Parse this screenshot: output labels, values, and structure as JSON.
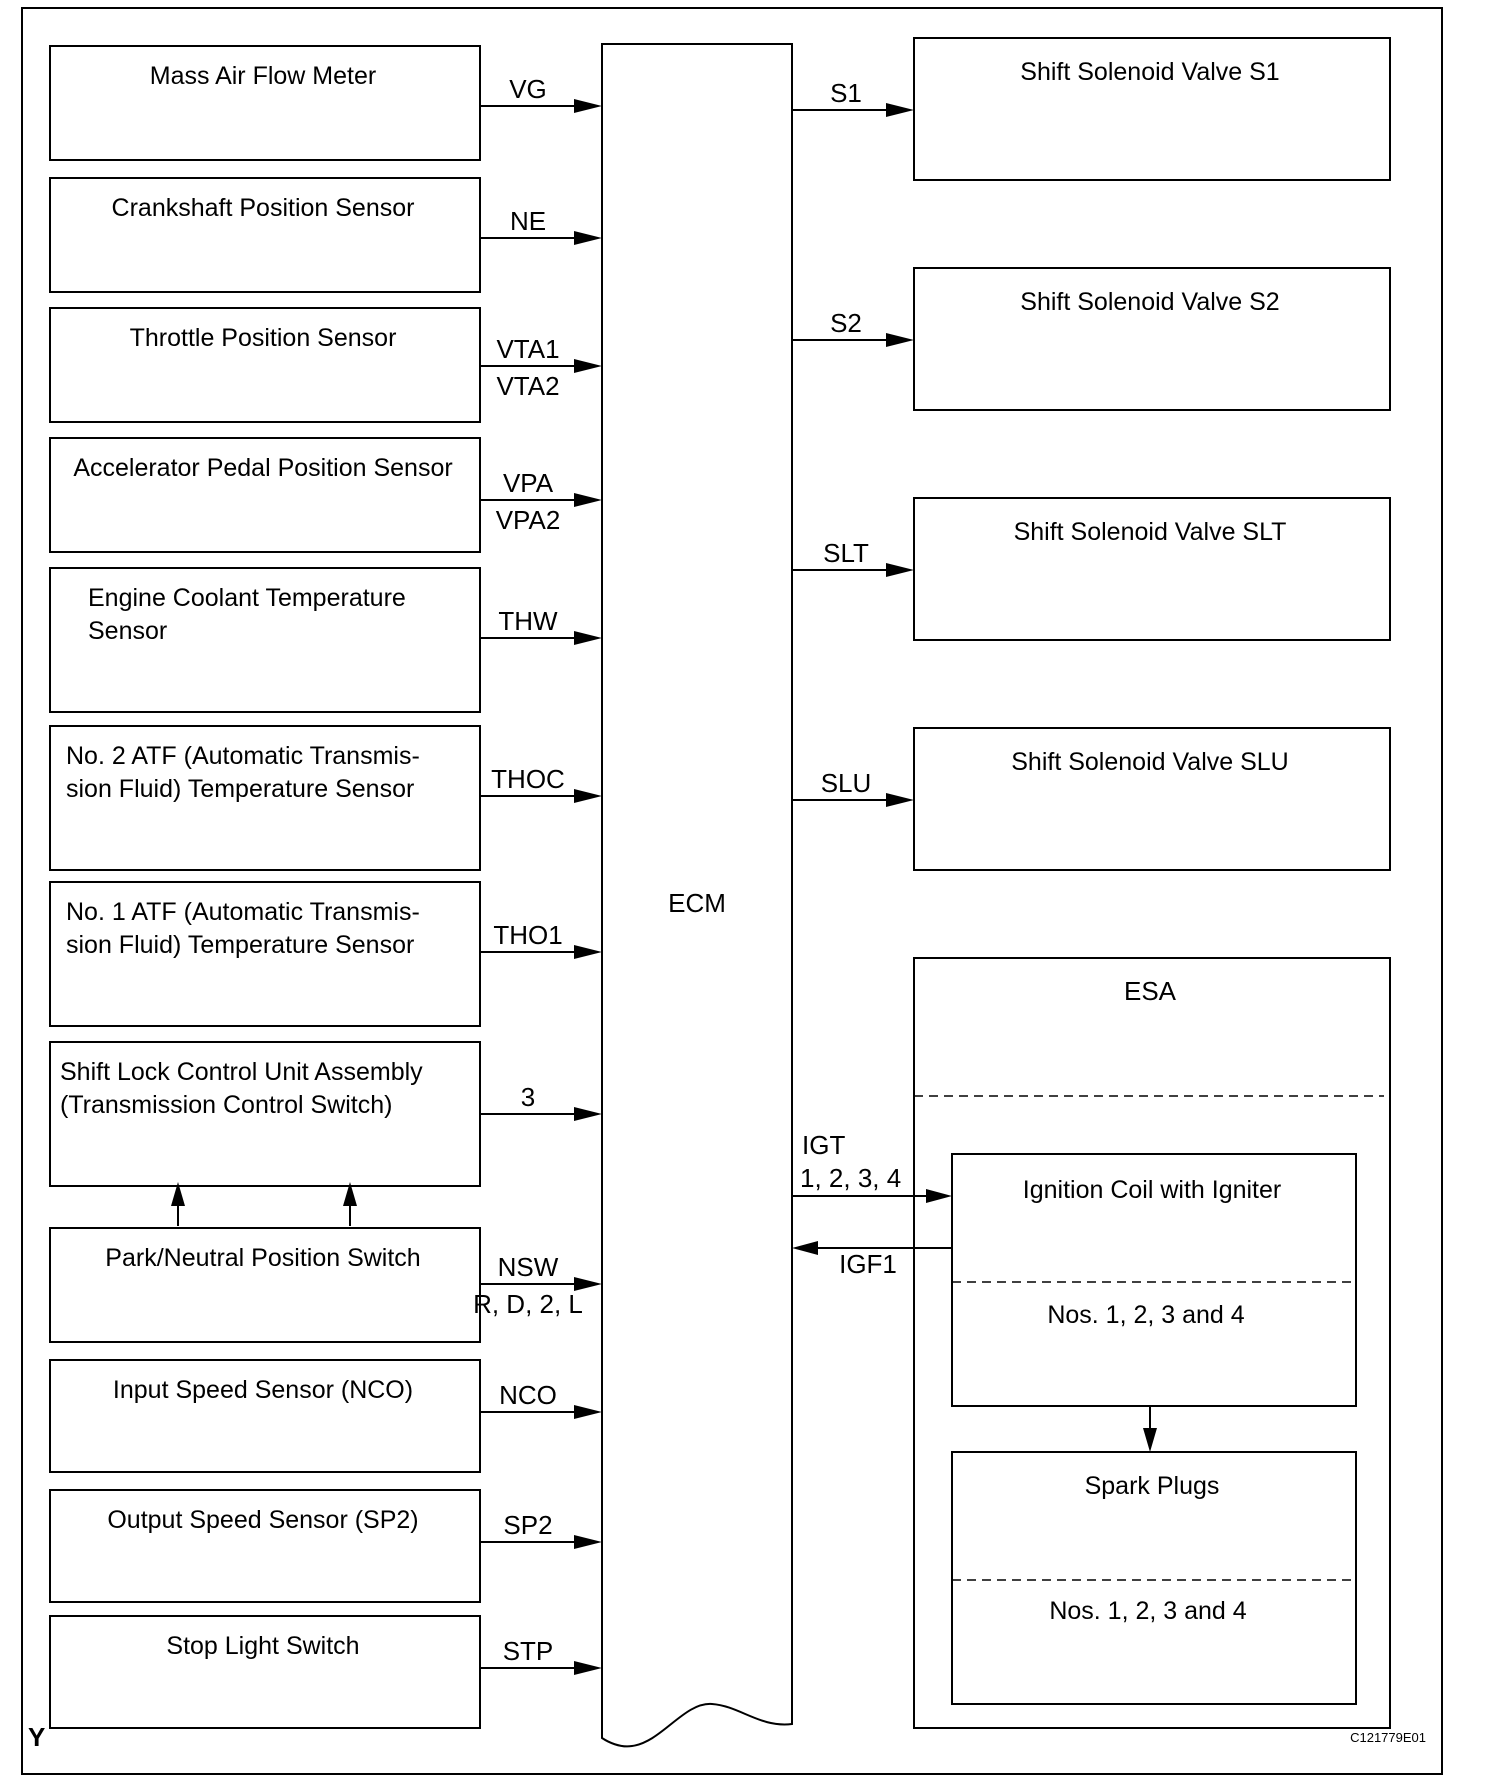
{
  "ecm": {
    "label": "ECM"
  },
  "inputs": [
    {
      "box": [
        "Mass Air Flow Meter"
      ],
      "signal": [
        "VG"
      ]
    },
    {
      "box": [
        "Crankshaft Position Sensor"
      ],
      "signal": [
        "NE"
      ]
    },
    {
      "box": [
        "Throttle Position Sensor"
      ],
      "signal": [
        "VTA1",
        "VTA2"
      ]
    },
    {
      "box": [
        "Accelerator Pedal Position Sensor"
      ],
      "signal": [
        "VPA",
        "VPA2"
      ]
    },
    {
      "box": [
        "Engine Coolant Temperature",
        "Sensor"
      ],
      "signal": [
        "THW"
      ]
    },
    {
      "box": [
        "No. 2 ATF (Automatic Transmis-",
        "sion Fluid) Temperature Sensor"
      ],
      "signal": [
        "THOC"
      ]
    },
    {
      "box": [
        "No. 1 ATF (Automatic Transmis-",
        "sion Fluid) Temperature Sensor"
      ],
      "signal": [
        "THO1"
      ]
    },
    {
      "box": [
        "Shift Lock Control Unit Assembly",
        "(Transmission Control Switch)"
      ],
      "signal": [
        "3"
      ]
    },
    {
      "box": [
        "Park/Neutral Position Switch"
      ],
      "signal": [
        "NSW",
        "R, D, 2, L"
      ]
    },
    {
      "box": [
        "Input Speed Sensor (NCO)"
      ],
      "signal": [
        "NCO"
      ]
    },
    {
      "box": [
        "Output Speed Sensor (SP2)"
      ],
      "signal": [
        "SP2"
      ]
    },
    {
      "box": [
        "Stop Light Switch"
      ],
      "signal": [
        "STP"
      ]
    }
  ],
  "outputs": [
    {
      "box": "Shift Solenoid Valve S1",
      "signal": "S1"
    },
    {
      "box": "Shift Solenoid Valve S2",
      "signal": "S2"
    },
    {
      "box": "Shift Solenoid Valve SLT",
      "signal": "SLT"
    },
    {
      "box": "Shift Solenoid Valve SLU",
      "signal": "SLU"
    }
  ],
  "esa": {
    "title": "ESA",
    "igt_signal": [
      "IGT",
      "1, 2, 3, 4"
    ],
    "igf_signal": "IGF1",
    "coil": {
      "title": "Ignition Coil with Igniter",
      "sub": "Nos. 1, 2, 3 and 4"
    },
    "plugs": {
      "title": "Spark Plugs",
      "sub": "Nos. 1, 2, 3 and 4"
    }
  },
  "corner_mark": "Y",
  "figure_code": "C121779E01"
}
